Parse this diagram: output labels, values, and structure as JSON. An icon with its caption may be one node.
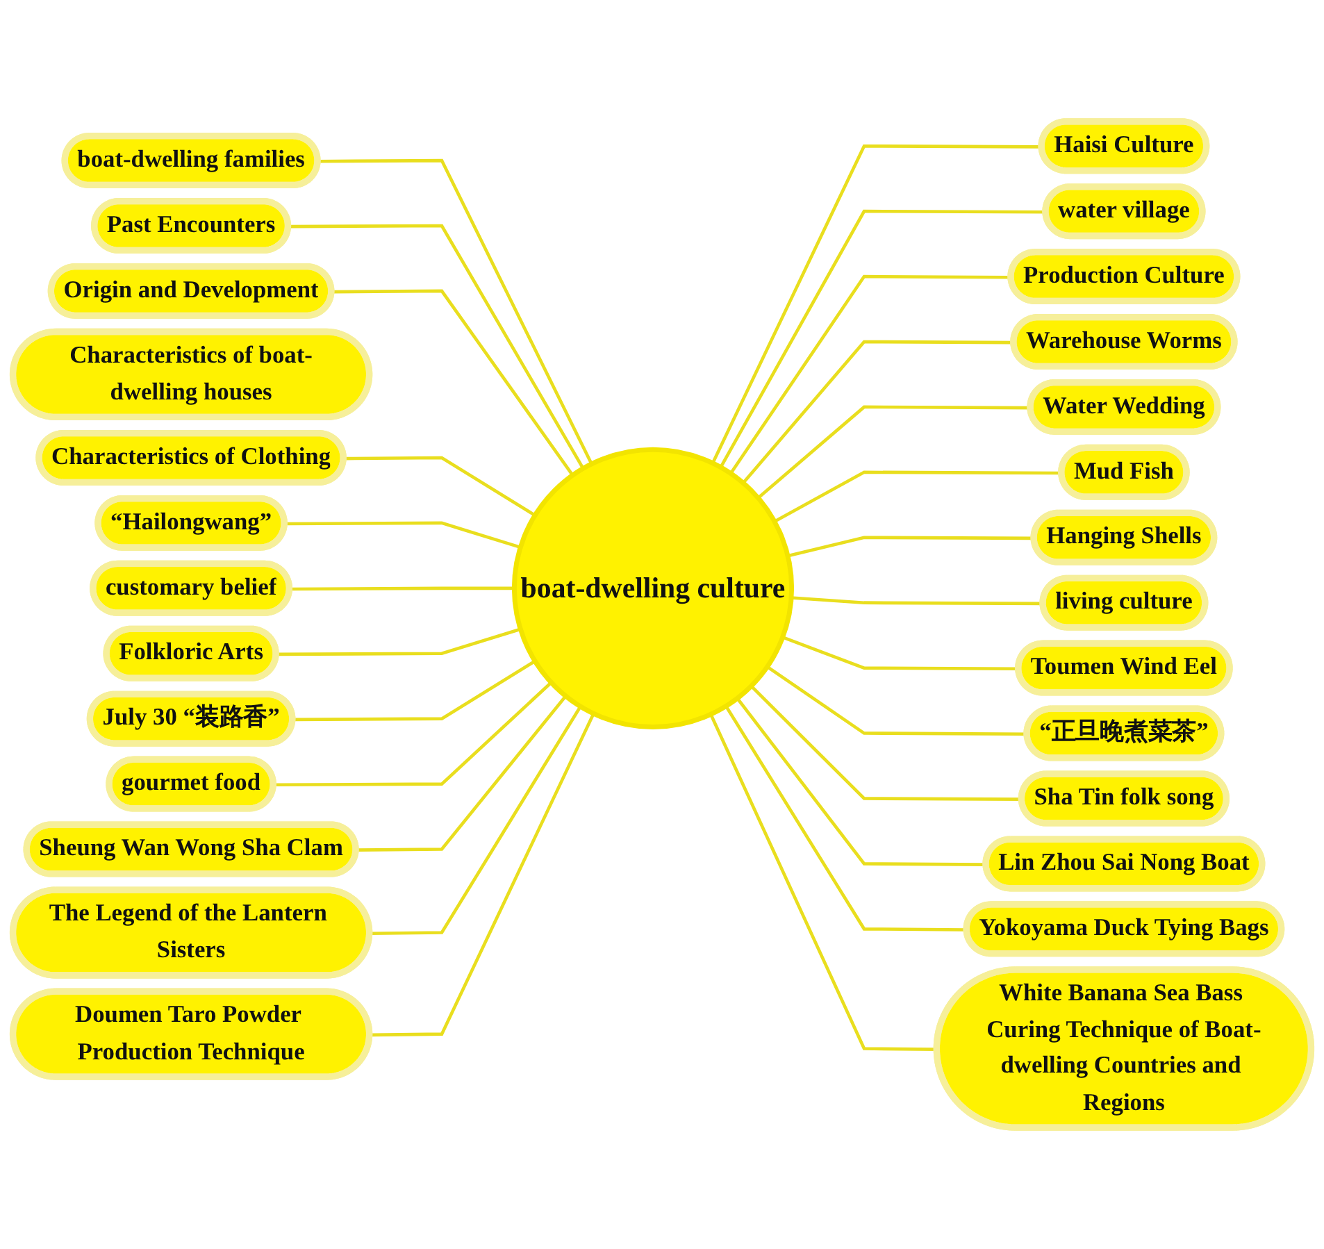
{
  "diagram": {
    "nodes": [
      {
        "text": [
          "boat-dwelling culture"
        ]
      },
      {
        "text": [
          "boat-dwelling families"
        ]
      },
      {
        "text": [
          "Haisi Culture"
        ]
      },
      {
        "text": [
          "Past Encounters"
        ]
      },
      {
        "text": [
          "Origin and Development"
        ]
      },
      {
        "text": [
          "water village"
        ]
      },
      {
        "text": [
          "Production Culture"
        ]
      },
      {
        "text": [
          "Characteristics of boat-dwelling houses"
        ]
      },
      {
        "text": [
          "Warehouse Worms"
        ]
      },
      {
        "text": [
          "Water Wedding"
        ]
      },
      {
        "text": [
          "Characteristics of Clothing"
        ]
      },
      {
        "text": [
          "Mud Fish"
        ]
      },
      {
        "text": [
          "Hanging Shells"
        ]
      },
      {
        "text": [
          "“Hailongwang”"
        ]
      },
      {
        "text": [
          "living culture"
        ]
      },
      {
        "text": [
          "customary belief"
        ]
      },
      {
        "text": [
          "Toumen Wind Eel"
        ]
      },
      {
        "text": [
          "“正旦晚煮菜茶”"
        ]
      },
      {
        "text": [
          "Folkloric Arts"
        ]
      },
      {
        "text": [
          "July 30 “装路香”"
        ]
      },
      {
        "text": [
          "Sha Tin folk song"
        ]
      },
      {
        "text": [
          "gourmet food"
        ]
      },
      {
        "text": [
          "Lin Zhou Sai Nong Boat"
        ]
      },
      {
        "text": [
          "Sheung Wan Wong Sha Clam"
        ]
      },
      {
        "text": [
          "Yokoyama Duck Tying Bags"
        ]
      },
      {
        "text": [
          "The Legend of the Lantern Sisters"
        ]
      },
      {
        "text": [
          "White Banana Sea Bass Curing Technique of Boat-dwelling Countries and Regions"
        ]
      },
      {
        "text": [
          "Doumen Taro Powder Production Technique"
        ]
      }
    ],
    "edges": [
      {
        "from": 1,
        "to": 0,
        "arrow": "none"
      },
      {
        "from": 0,
        "to": 2,
        "arrow": "none"
      },
      {
        "from": 3,
        "to": 0,
        "arrow": "none"
      },
      {
        "from": 4,
        "to": 0,
        "arrow": "none"
      },
      {
        "from": 0,
        "to": 5,
        "arrow": "none"
      },
      {
        "from": 0,
        "to": 6,
        "arrow": "none"
      },
      {
        "from": 0,
        "to": 8,
        "arrow": "none"
      },
      {
        "from": 0,
        "to": 9,
        "arrow": "none"
      },
      {
        "from": 10,
        "to": 0,
        "arrow": "none"
      },
      {
        "from": 0,
        "to": 11,
        "arrow": "none"
      },
      {
        "from": 0,
        "to": 12,
        "arrow": "none"
      },
      {
        "from": 13,
        "to": 0,
        "arrow": "none"
      },
      {
        "from": 0,
        "to": 14,
        "arrow": "none"
      },
      {
        "from": 15,
        "to": 0,
        "arrow": "none"
      },
      {
        "from": 0,
        "to": 16,
        "arrow": "none"
      },
      {
        "from": 0,
        "to": 17,
        "arrow": "none"
      },
      {
        "from": 18,
        "to": 0,
        "arrow": "none"
      },
      {
        "from": 19,
        "to": 0,
        "arrow": "none"
      },
      {
        "from": 0,
        "to": 20,
        "arrow": "none"
      },
      {
        "from": 21,
        "to": 0,
        "arrow": "none"
      },
      {
        "from": 0,
        "to": 22,
        "arrow": "none"
      },
      {
        "from": 23,
        "to": 0,
        "arrow": "none"
      },
      {
        "from": 0,
        "to": 24,
        "arrow": "none"
      },
      {
        "from": 25,
        "to": 0,
        "arrow": "none"
      },
      {
        "from": 0,
        "to": 26,
        "arrow": "none"
      },
      {
        "from": 27,
        "to": 0,
        "arrow": "none"
      }
    ]
  }
}
